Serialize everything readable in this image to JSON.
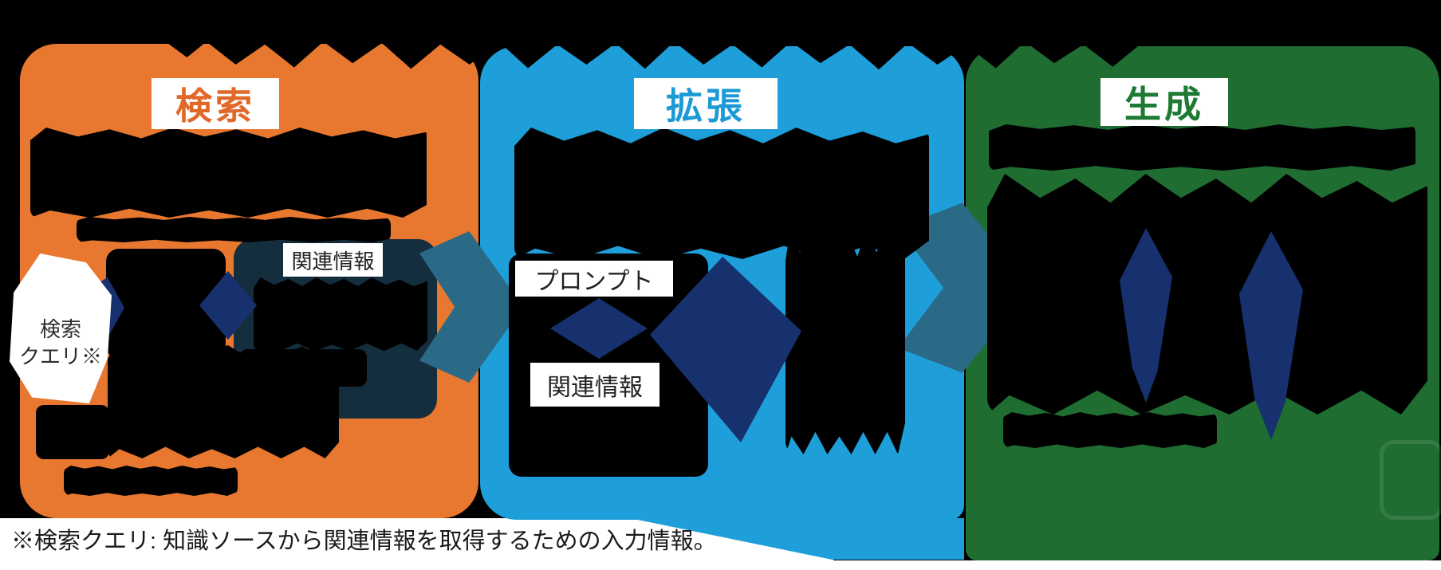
{
  "steps": [
    {
      "label": "検索"
    },
    {
      "label": "拡張"
    },
    {
      "label": "生成"
    }
  ],
  "retrieval": {
    "query_bubble_line1": "検索",
    "query_bubble_line2": "クエリ※",
    "related_chip": "関連情報"
  },
  "augmentation": {
    "prompt_chip": "プロンプト",
    "related_chip": "関連情報"
  },
  "footnote": "※検索クエリ: 知識ソースから関連情報を取得するための入力情報。",
  "colors": {
    "background": "#000000",
    "retrieval_box": "#E8772F",
    "retrieval_label": "#E0692A",
    "augmentation_box": "#1E9FDA",
    "augmentation_label": "#1B9AD6",
    "generation_box": "#206D32",
    "generation_label": "#1E7A33",
    "knowledge_panel": "#152E3D",
    "navy_arrow": "#16316E",
    "steel_arrow": "#2A6A87",
    "footnote_text": "#1A1A1A"
  }
}
